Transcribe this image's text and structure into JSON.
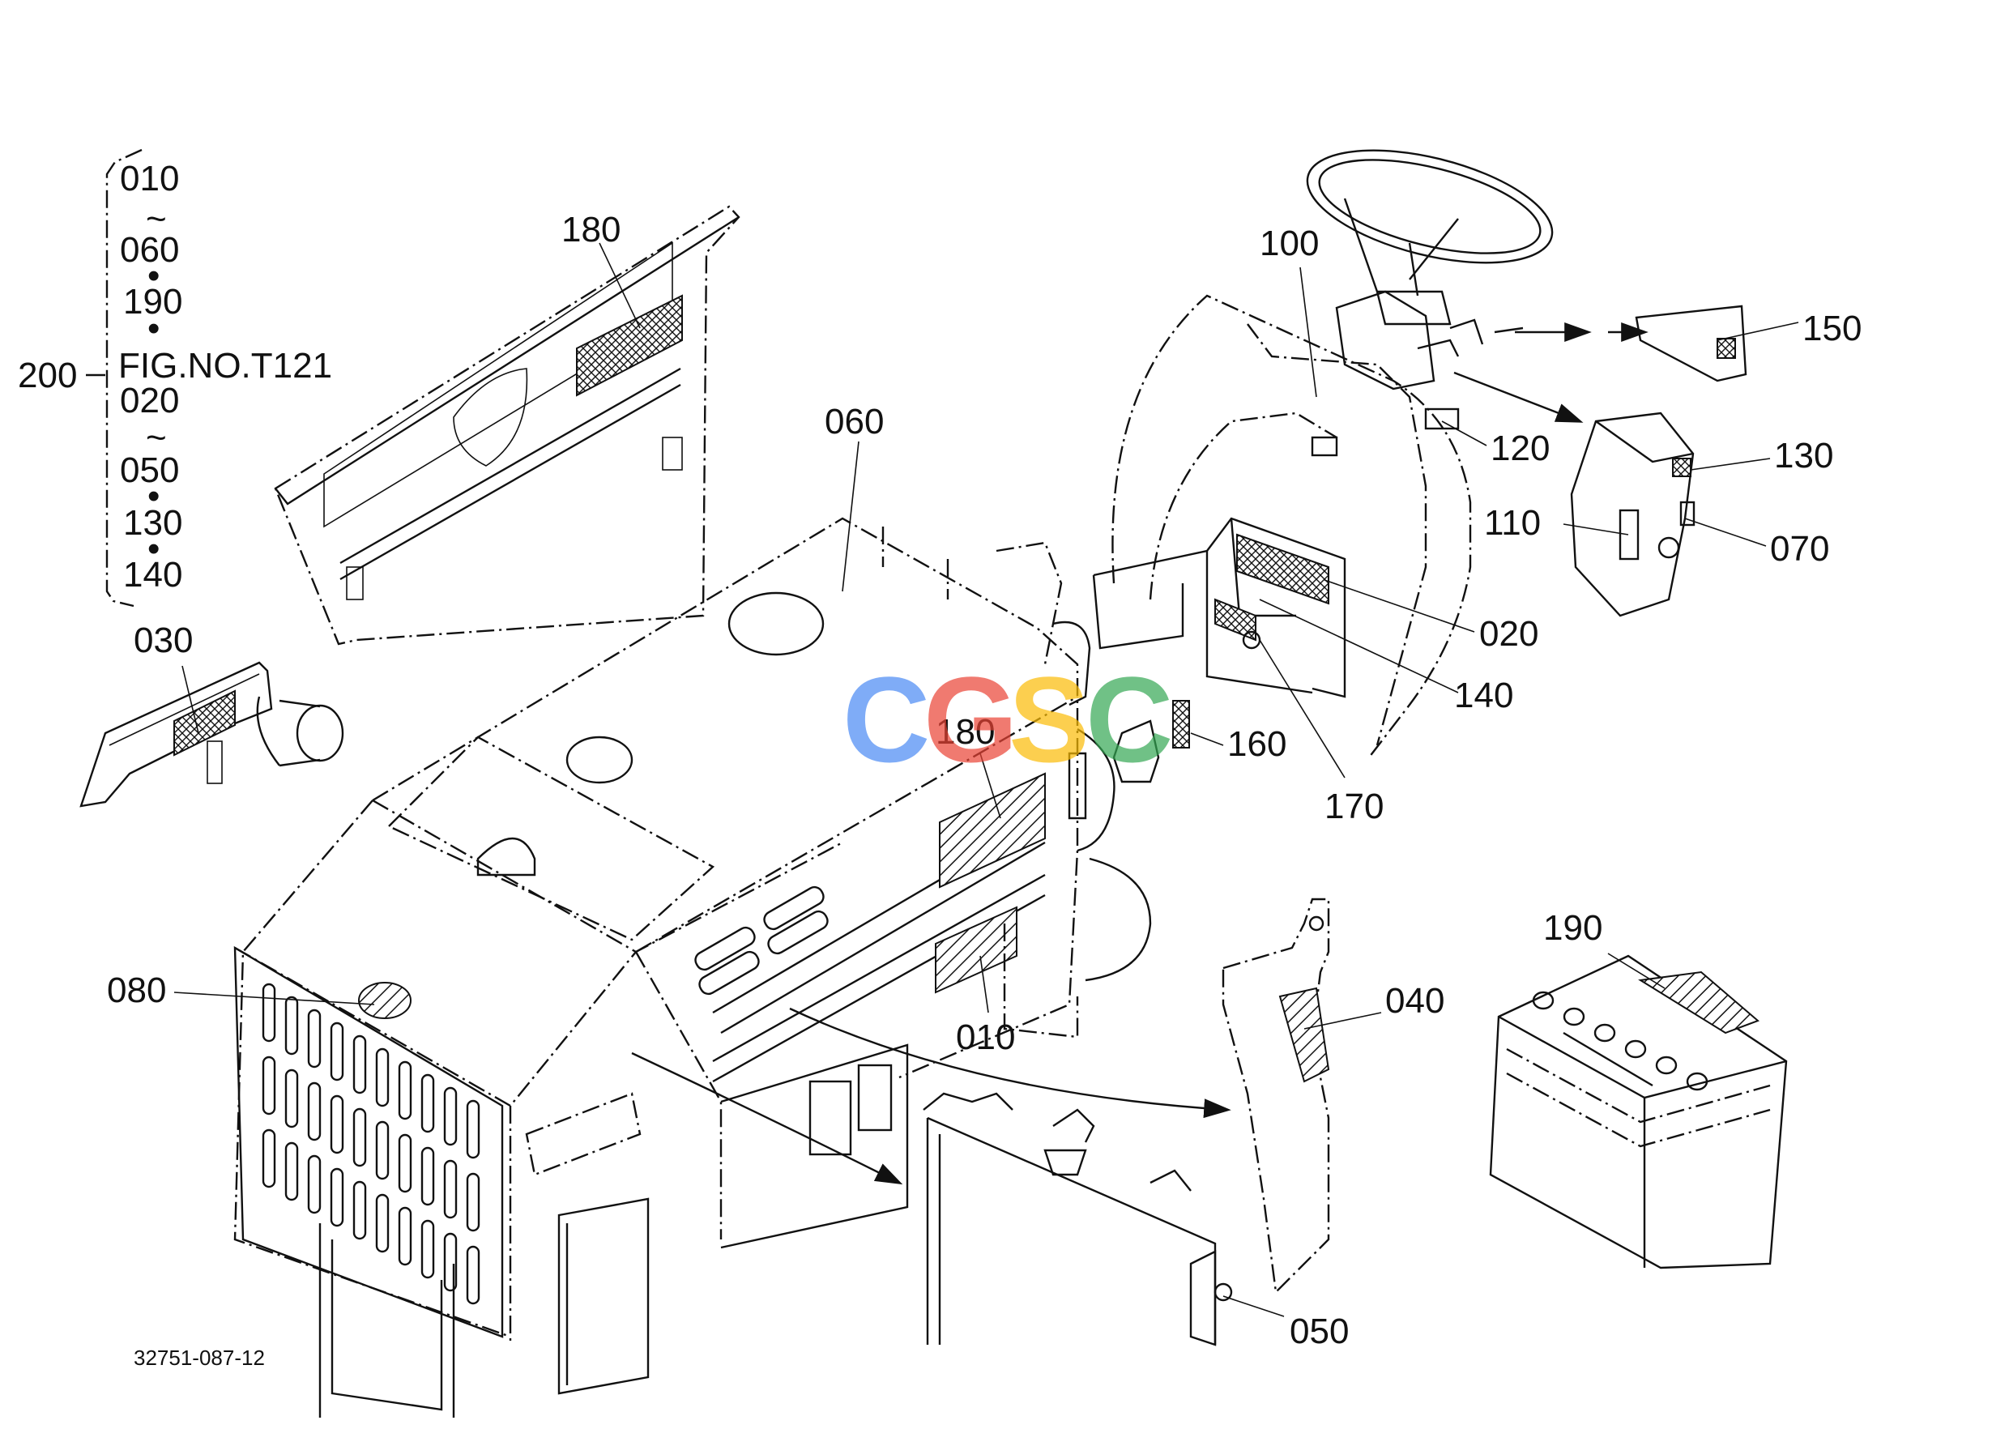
{
  "legend": {
    "group_label": "200",
    "items": [
      "010",
      "~",
      "060",
      "•",
      "190",
      "•",
      "FIG.NO.T121",
      "020",
      "~",
      "050",
      "•",
      "130",
      "•",
      "140"
    ]
  },
  "callouts": {
    "c010": "010",
    "c020": "020",
    "c030": "030",
    "c040": "040",
    "c050": "050",
    "c060": "060",
    "c070": "070",
    "c080": "080",
    "c100": "100",
    "c110": "110",
    "c120": "120",
    "c130": "130",
    "c140": "140",
    "c150": "150",
    "c160": "160",
    "c170": "170",
    "c180a": "180",
    "c180b": "180",
    "c190": "190"
  },
  "drawing_code": "32751-087-12",
  "watermark": {
    "letters": [
      "C",
      "G",
      "S",
      "C"
    ],
    "colors": [
      "#4a8af4",
      "#ea4335",
      "#fbbc05",
      "#34a853"
    ]
  }
}
